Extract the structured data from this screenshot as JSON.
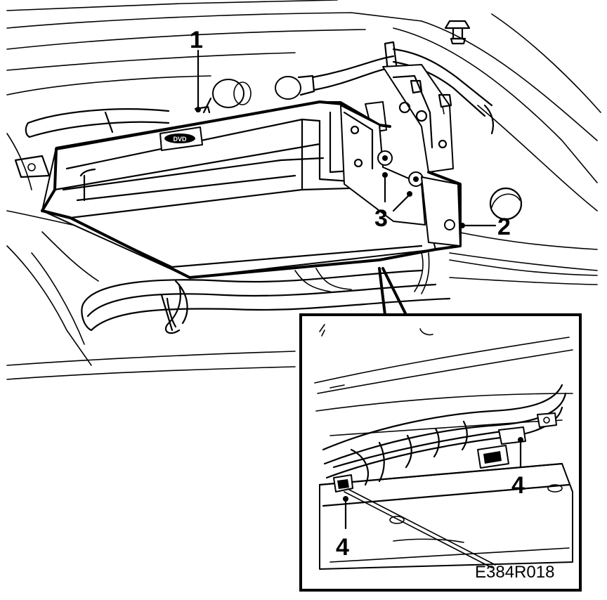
{
  "figure": {
    "callouts": [
      {
        "id": "1",
        "label": "1"
      },
      {
        "id": "2",
        "label": "2"
      },
      {
        "id": "3",
        "label": "3"
      },
      {
        "id": "4a",
        "label": "4"
      },
      {
        "id": "4b",
        "label": "4"
      }
    ],
    "reference_code": "E384R018",
    "unit_badge_text": "DVD"
  }
}
